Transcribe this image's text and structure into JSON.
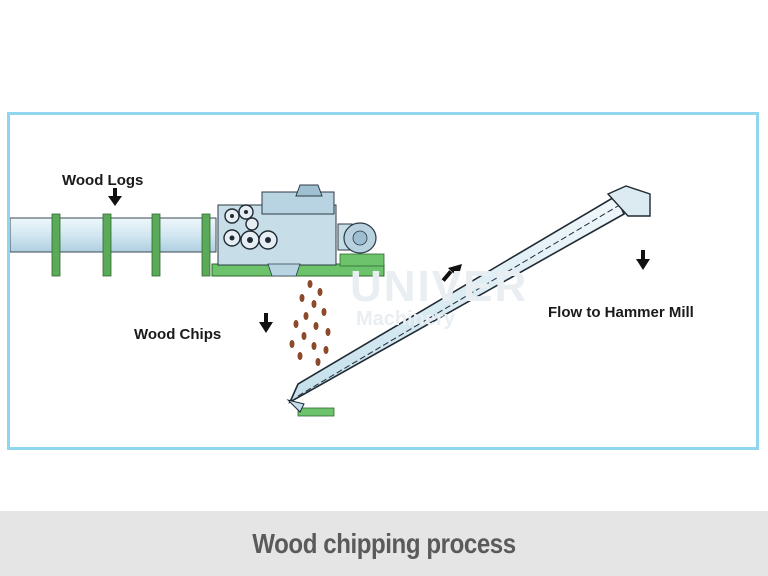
{
  "diagram": {
    "labels": {
      "wood_logs": "Wood Logs",
      "wood_chips": "Wood Chips",
      "flow": "Flow to Hammer Mill"
    },
    "watermark": {
      "brand": "UNIVER",
      "sub": "Machinery"
    },
    "colors": {
      "frame_border": "#8fd6ee",
      "pipe_fill": "#d9ecf4",
      "support_green": "#5aaa5a",
      "chip_brown": "#8b4a2a",
      "machine_blue": "#b8d4e2"
    }
  },
  "caption": {
    "text": "Wood chipping process"
  }
}
